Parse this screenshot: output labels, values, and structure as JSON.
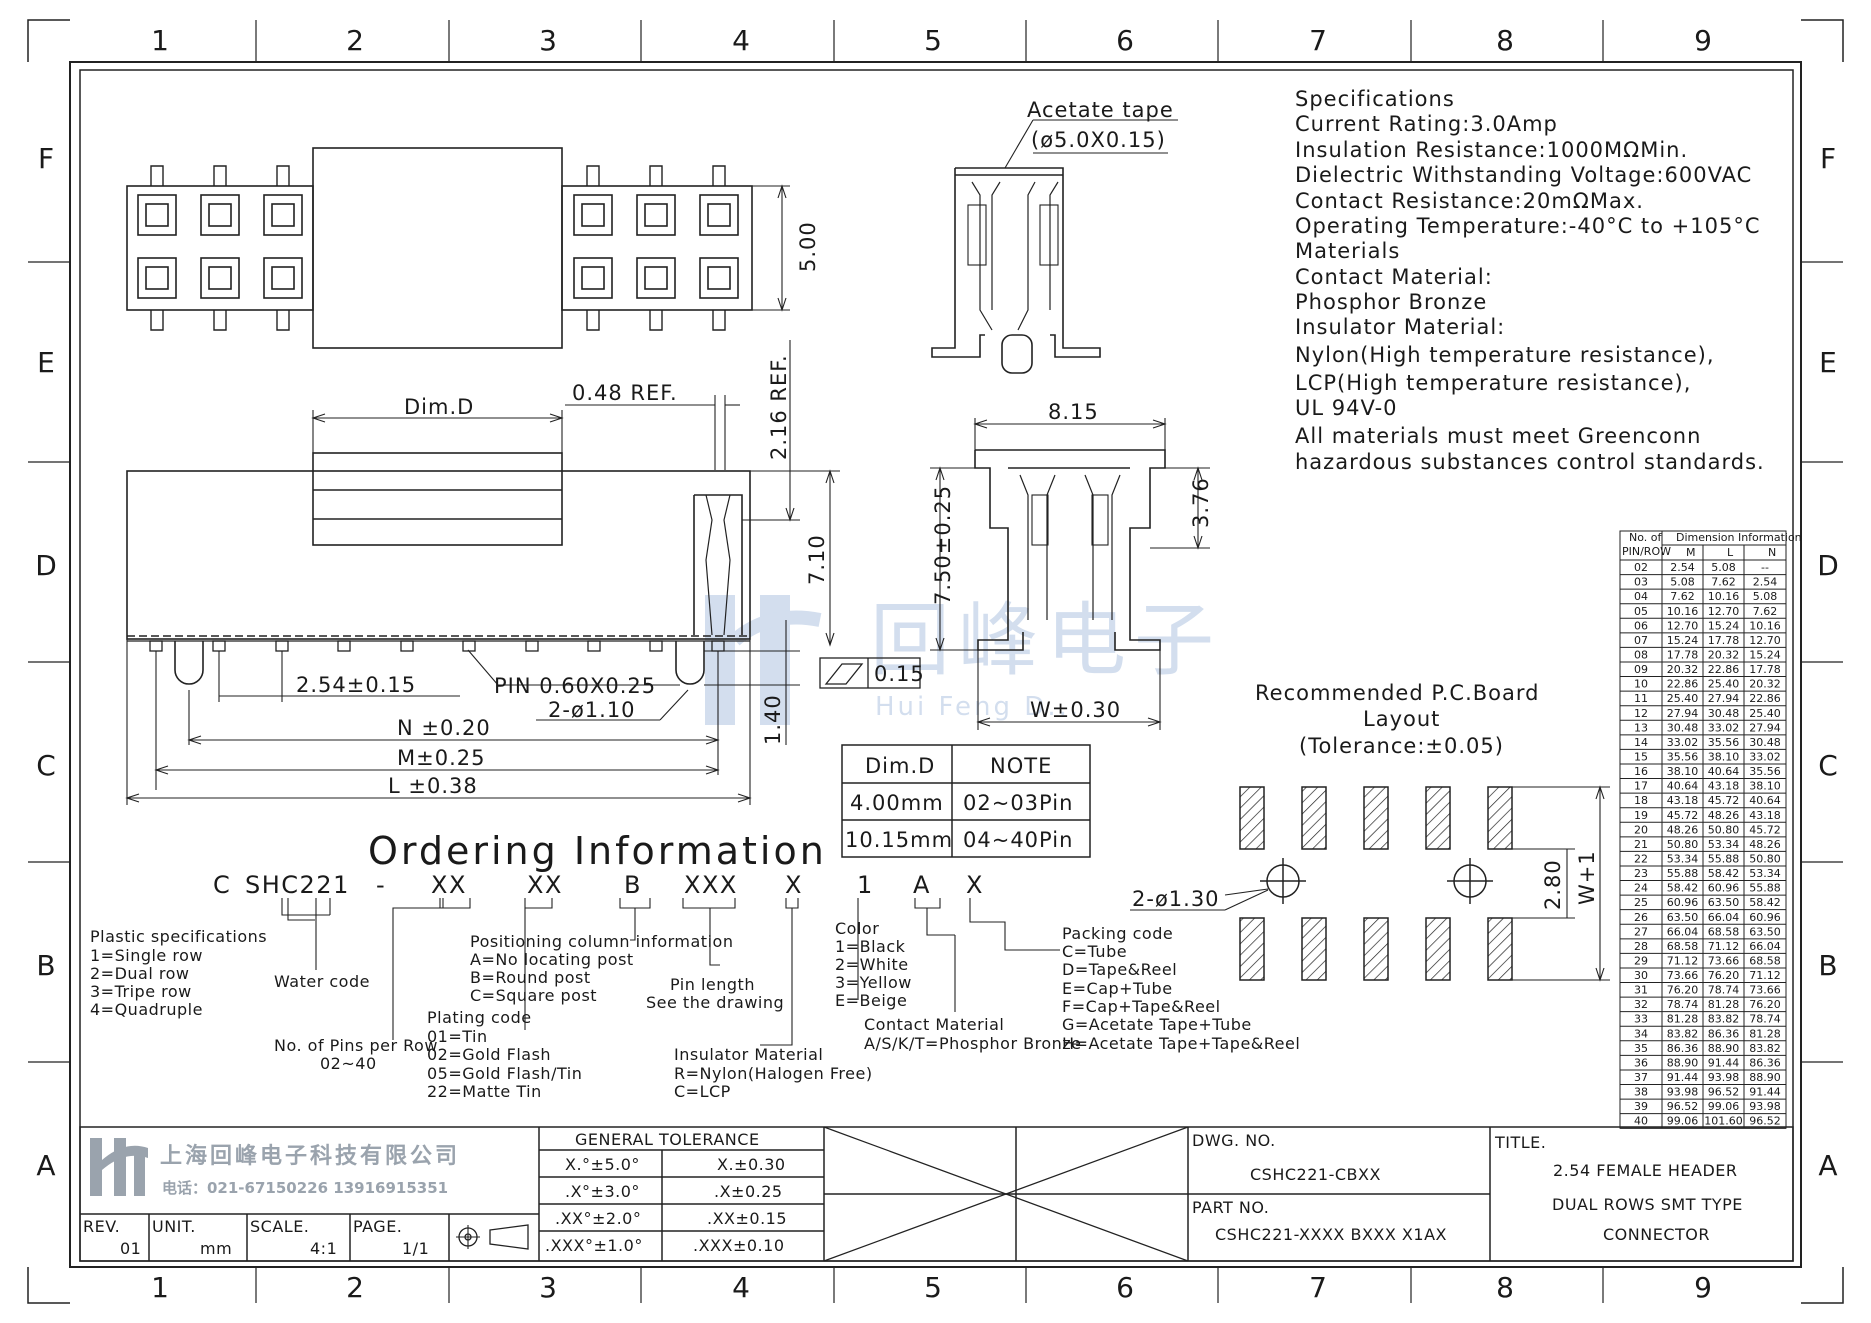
{
  "zones": {
    "columns": [
      "1",
      "2",
      "3",
      "4",
      "5",
      "6",
      "7",
      "8",
      "9"
    ],
    "rows": [
      "F",
      "E",
      "D",
      "C",
      "B",
      "A"
    ]
  },
  "dims": {
    "height_5": "5.00",
    "dim_d": "Dim.D",
    "ref_048": "0.48 REF.",
    "ref_216": "2.16 REF.",
    "h_710": "7.10",
    "pitch": "2.54±0.15",
    "pin": "PIN 0.60X0.25",
    "post": "2-ø1.10",
    "n": "N ±0.20",
    "m": "M±0.25",
    "l": "L ±0.38",
    "h_140": "1.40",
    "flat": "0.15",
    "tape": "Acetate tape",
    "tape_size": "(ø5.0X0.15)",
    "w_815": "8.15",
    "h_750": "7.50±0.25",
    "h_376": "3.76",
    "w": "W±0.30"
  },
  "dim_table": {
    "headers": [
      "Dim.D",
      "NOTE"
    ],
    "rows": [
      [
        "4.00mm",
        "02~03Pin"
      ],
      [
        "10.15mm",
        "04~40Pin"
      ]
    ]
  },
  "specifications": [
    "Specifications",
    "Current Rating:3.0Amp",
    "Insulation Resistance:1000MΩMin.",
    "Dielectric Withstanding Voltage:600VAC",
    "Contact Resistance:20mΩMax.",
    "Operating Temperature:-40°C to +105°C",
    "Materials",
    "Contact Material:",
    "Phosphor Bronze",
    "Insulator Material:",
    "Nylon(High temperature resistance),",
    "LCP(High temperature resistance),",
    "UL 94V-0",
    "All materials must meet Greenconn",
    "hazardous substances control standards."
  ],
  "pcb": {
    "title1": "Recommended P.C.Board",
    "title2": "Layout",
    "tolerance": "(Tolerance:±0.05)",
    "hole": "2-ø1.30",
    "pitch_v": "2.80",
    "w1": "W+1"
  },
  "ordering": {
    "title": "Ordering Information",
    "code": [
      "C",
      "SHC221",
      "-",
      "XX",
      "XX",
      "B",
      "XXX",
      "X",
      "1",
      "A",
      "X"
    ],
    "plastic": [
      "Plastic specifications",
      "1=Single row",
      "2=Dual row",
      "3=Tripe row",
      "4=Quadruple"
    ],
    "water": "Water code",
    "pins": [
      "No. of Pins per Row",
      "02~40"
    ],
    "plating": [
      "Plating code",
      "01=Tin",
      "02=Gold Flash",
      "05=Gold Flash/Tin",
      "22=Matte Tin"
    ],
    "positioning": [
      "Positioning column information",
      "A=No locating post",
      "B=Round post",
      "C=Square post"
    ],
    "pinlength": [
      "Pin length",
      "See the drawing"
    ],
    "insulator": [
      "Insulator Material",
      "R=Nylon(Halogen Free)",
      "C=LCP"
    ],
    "color": [
      "Color",
      "1=Black",
      "2=White",
      "3=Yellow",
      "E=Beige"
    ],
    "contact": [
      "Contact Material",
      "A/S/K/T=Phosphor Bronze"
    ],
    "packing": [
      "Packing code",
      "C=Tube",
      "D=Tape&Reel",
      "E=Cap+Tube",
      "F=Cap+Tape&Reel",
      "G=Acetate Tape+Tube",
      "H=Acetate Tape+Tape&Reel"
    ]
  },
  "pin_table": {
    "header_pin": [
      "No. of",
      "PIN/ROW"
    ],
    "header_dim": "Dimension Information",
    "cols": [
      "M",
      "L",
      "N"
    ],
    "rows": [
      [
        "02",
        "2.54",
        "5.08",
        "--"
      ],
      [
        "03",
        "5.08",
        "7.62",
        "2.54"
      ],
      [
        "04",
        "7.62",
        "10.16",
        "5.08"
      ],
      [
        "05",
        "10.16",
        "12.70",
        "7.62"
      ],
      [
        "06",
        "12.70",
        "15.24",
        "10.16"
      ],
      [
        "07",
        "15.24",
        "17.78",
        "12.70"
      ],
      [
        "08",
        "17.78",
        "20.32",
        "15.24"
      ],
      [
        "09",
        "20.32",
        "22.86",
        "17.78"
      ],
      [
        "10",
        "22.86",
        "25.40",
        "20.32"
      ],
      [
        "11",
        "25.40",
        "27.94",
        "22.86"
      ],
      [
        "12",
        "27.94",
        "30.48",
        "25.40"
      ],
      [
        "13",
        "30.48",
        "33.02",
        "27.94"
      ],
      [
        "14",
        "33.02",
        "35.56",
        "30.48"
      ],
      [
        "15",
        "35.56",
        "38.10",
        "33.02"
      ],
      [
        "16",
        "38.10",
        "40.64",
        "35.56"
      ],
      [
        "17",
        "40.64",
        "43.18",
        "38.10"
      ],
      [
        "18",
        "43.18",
        "45.72",
        "40.64"
      ],
      [
        "19",
        "45.72",
        "48.26",
        "43.18"
      ],
      [
        "20",
        "48.26",
        "50.80",
        "45.72"
      ],
      [
        "21",
        "50.80",
        "53.34",
        "48.26"
      ],
      [
        "22",
        "53.34",
        "55.88",
        "50.80"
      ],
      [
        "23",
        "55.88",
        "58.42",
        "53.34"
      ],
      [
        "24",
        "58.42",
        "60.96",
        "55.88"
      ],
      [
        "25",
        "60.96",
        "63.50",
        "58.42"
      ],
      [
        "26",
        "63.50",
        "66.04",
        "60.96"
      ],
      [
        "27",
        "66.04",
        "68.58",
        "63.50"
      ],
      [
        "28",
        "68.58",
        "71.12",
        "66.04"
      ],
      [
        "29",
        "71.12",
        "73.66",
        "68.58"
      ],
      [
        "30",
        "73.66",
        "76.20",
        "71.12"
      ],
      [
        "31",
        "76.20",
        "78.74",
        "73.66"
      ],
      [
        "32",
        "78.74",
        "81.28",
        "76.20"
      ],
      [
        "33",
        "81.28",
        "83.82",
        "78.74"
      ],
      [
        "34",
        "83.82",
        "86.36",
        "81.28"
      ],
      [
        "35",
        "86.36",
        "88.90",
        "83.82"
      ],
      [
        "36",
        "88.90",
        "91.44",
        "86.36"
      ],
      [
        "37",
        "91.44",
        "93.98",
        "88.90"
      ],
      [
        "38",
        "93.98",
        "96.52",
        "91.44"
      ],
      [
        "39",
        "96.52",
        "99.06",
        "93.98"
      ],
      [
        "40",
        "99.06",
        "101.60",
        "96.52"
      ]
    ]
  },
  "title_block": {
    "company": "上海回峰电子科技有限公司",
    "phone": "电话：021-67150226  13916915351",
    "rev_label": "REV.",
    "rev": "01",
    "unit_label": "UNIT.",
    "unit": "mm",
    "scale_label": "SCALE.",
    "scale": "4:1",
    "page_label": "PAGE.",
    "page": "1/1",
    "tol_header": "GENERAL TOLERANCE",
    "tolerances": [
      [
        "X.°±5.0°",
        "X.±0.30"
      ],
      [
        ".X°±3.0°",
        ".X±0.25"
      ],
      [
        ".XX°±2.0°",
        ".XX±0.15"
      ],
      [
        ".XXX°±1.0°",
        ".XXX±0.10"
      ]
    ],
    "dwg_label": "DWG. NO.",
    "dwg": "CSHC221-CBXX",
    "part_label": "PART NO.",
    "part": "CSHC221-XXXX BXXX X1AX",
    "title_label": "TITLE.",
    "title_lines": [
      "2.54 FEMALE HEADER",
      "DUAL ROWS SMT TYPE",
      "CONNECTOR"
    ]
  },
  "watermark": {
    "cn": "回峰电子",
    "en": "Hui Feng D..."
  }
}
